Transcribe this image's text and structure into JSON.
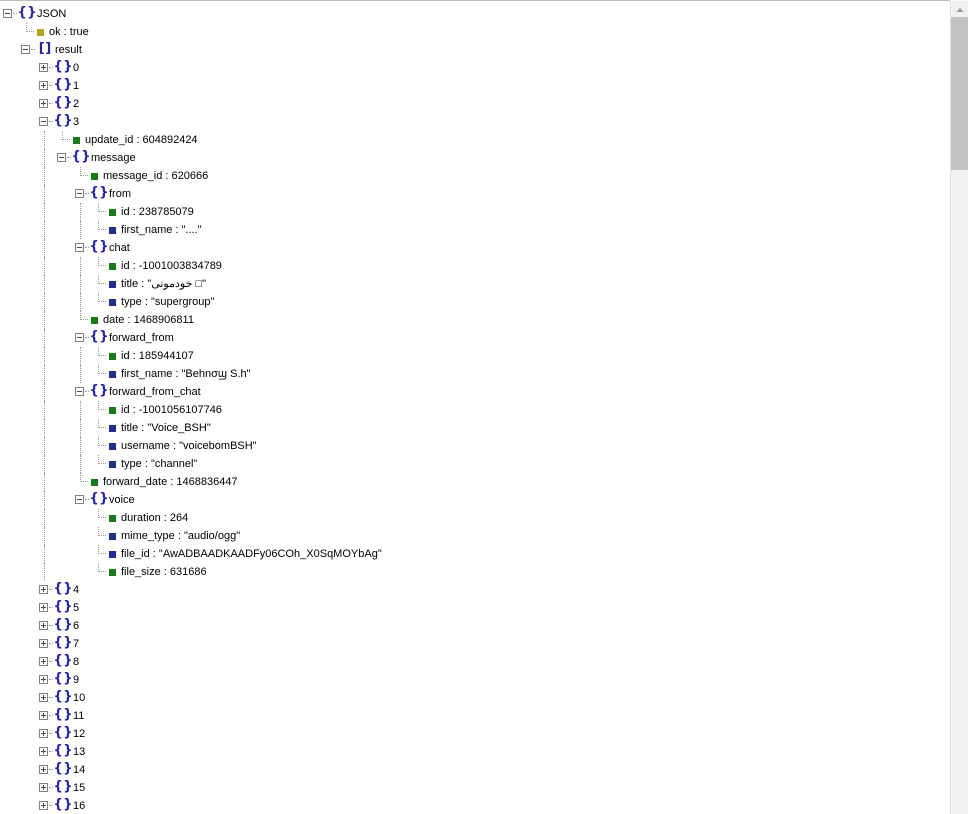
{
  "viewer": {
    "title": "JSON tree viewer",
    "root_label": "JSON"
  },
  "scrollbar": {
    "up_arrow": "scroll-up-arrow",
    "position_percent": 2
  },
  "tree": [
    {
      "id": "root",
      "depth": 0,
      "kind": "object",
      "expander": "minus",
      "label": "JSON"
    },
    {
      "id": "ok",
      "depth": 1,
      "kind": "boolean",
      "text": "ok : true"
    },
    {
      "id": "result",
      "depth": 1,
      "kind": "array",
      "expander": "minus",
      "label": "result"
    },
    {
      "id": "r0",
      "depth": 2,
      "kind": "object",
      "expander": "plus",
      "label": "0"
    },
    {
      "id": "r1",
      "depth": 2,
      "kind": "object",
      "expander": "plus",
      "label": "1"
    },
    {
      "id": "r2",
      "depth": 2,
      "kind": "object",
      "expander": "plus",
      "label": "2"
    },
    {
      "id": "r3",
      "depth": 2,
      "kind": "object",
      "expander": "minus",
      "label": "3"
    },
    {
      "id": "update_id",
      "depth": 3,
      "kind": "number",
      "text": "update_id : 604892424"
    },
    {
      "id": "message",
      "depth": 3,
      "kind": "object",
      "expander": "minus",
      "label": "message"
    },
    {
      "id": "message_id",
      "depth": 4,
      "kind": "number",
      "text": "message_id : 620666"
    },
    {
      "id": "from",
      "depth": 4,
      "kind": "object",
      "expander": "minus",
      "label": "from"
    },
    {
      "id": "from_id",
      "depth": 5,
      "kind": "number",
      "text": "id : 238785079"
    },
    {
      "id": "from_first_name",
      "depth": 5,
      "kind": "string",
      "text": "first_name : \"....\""
    },
    {
      "id": "chat",
      "depth": 4,
      "kind": "object",
      "expander": "minus",
      "label": "chat"
    },
    {
      "id": "chat_id",
      "depth": 5,
      "kind": "number",
      "text": "id : -1001003834789"
    },
    {
      "id": "chat_title",
      "depth": 5,
      "kind": "string",
      "text": "title : \"خودمونی □\""
    },
    {
      "id": "chat_type",
      "depth": 5,
      "kind": "string",
      "text": "type : \"supergroup\""
    },
    {
      "id": "date",
      "depth": 4,
      "kind": "number",
      "text": "date : 1468906811"
    },
    {
      "id": "forward_from",
      "depth": 4,
      "kind": "object",
      "expander": "minus",
      "label": "forward_from"
    },
    {
      "id": "ff_id",
      "depth": 5,
      "kind": "number",
      "text": "id : 185944107"
    },
    {
      "id": "ff_first_name",
      "depth": 5,
      "kind": "string",
      "text": "first_name : \"Behnσϣ S.h\""
    },
    {
      "id": "forward_from_chat",
      "depth": 4,
      "kind": "object",
      "expander": "minus",
      "label": "forward_from_chat"
    },
    {
      "id": "ffc_id",
      "depth": 5,
      "kind": "number",
      "text": "id : -1001056107746"
    },
    {
      "id": "ffc_title",
      "depth": 5,
      "kind": "string",
      "text": "title : \"Voice_BSH\""
    },
    {
      "id": "ffc_username",
      "depth": 5,
      "kind": "string",
      "text": "username : \"voicebomBSH\""
    },
    {
      "id": "ffc_type",
      "depth": 5,
      "kind": "string",
      "text": "type : \"channel\""
    },
    {
      "id": "forward_date",
      "depth": 4,
      "kind": "number",
      "text": "forward_date : 1468836447"
    },
    {
      "id": "voice",
      "depth": 4,
      "kind": "object",
      "expander": "minus",
      "label": "voice"
    },
    {
      "id": "duration",
      "depth": 5,
      "kind": "number",
      "text": "duration : 264"
    },
    {
      "id": "mime_type",
      "depth": 5,
      "kind": "string",
      "text": "mime_type : \"audio/ogg\""
    },
    {
      "id": "file_id",
      "depth": 5,
      "kind": "string",
      "text": "file_id : \"AwADBAADKAADFy06COh_X0SqMOYbAg\""
    },
    {
      "id": "file_size",
      "depth": 5,
      "kind": "number",
      "text": "file_size : 631686"
    },
    {
      "id": "r4",
      "depth": 2,
      "kind": "object",
      "expander": "plus",
      "label": "4"
    },
    {
      "id": "r5",
      "depth": 2,
      "kind": "object",
      "expander": "plus",
      "label": "5"
    },
    {
      "id": "r6",
      "depth": 2,
      "kind": "object",
      "expander": "plus",
      "label": "6"
    },
    {
      "id": "r7",
      "depth": 2,
      "kind": "object",
      "expander": "plus",
      "label": "7"
    },
    {
      "id": "r8",
      "depth": 2,
      "kind": "object",
      "expander": "plus",
      "label": "8"
    },
    {
      "id": "r9",
      "depth": 2,
      "kind": "object",
      "expander": "plus",
      "label": "9"
    },
    {
      "id": "r10",
      "depth": 2,
      "kind": "object",
      "expander": "plus",
      "label": "10"
    },
    {
      "id": "r11",
      "depth": 2,
      "kind": "object",
      "expander": "plus",
      "label": "11"
    },
    {
      "id": "r12",
      "depth": 2,
      "kind": "object",
      "expander": "plus",
      "label": "12"
    },
    {
      "id": "r13",
      "depth": 2,
      "kind": "object",
      "expander": "plus",
      "label": "13"
    },
    {
      "id": "r14",
      "depth": 2,
      "kind": "object",
      "expander": "plus",
      "label": "14"
    },
    {
      "id": "r15",
      "depth": 2,
      "kind": "object",
      "expander": "plus",
      "label": "15"
    },
    {
      "id": "r16",
      "depth": 2,
      "kind": "object",
      "expander": "plus",
      "label": "16"
    }
  ],
  "colors": {
    "number_marker": "#1a7a1a",
    "string_marker": "#1f2f8f",
    "boolean_marker": "#b3a81b",
    "bracket_icon": "#2323a8",
    "scrollbar_thumb": "#c2c2c2",
    "scrollbar_track": "#f1f1f1",
    "background": "#ffffff"
  }
}
